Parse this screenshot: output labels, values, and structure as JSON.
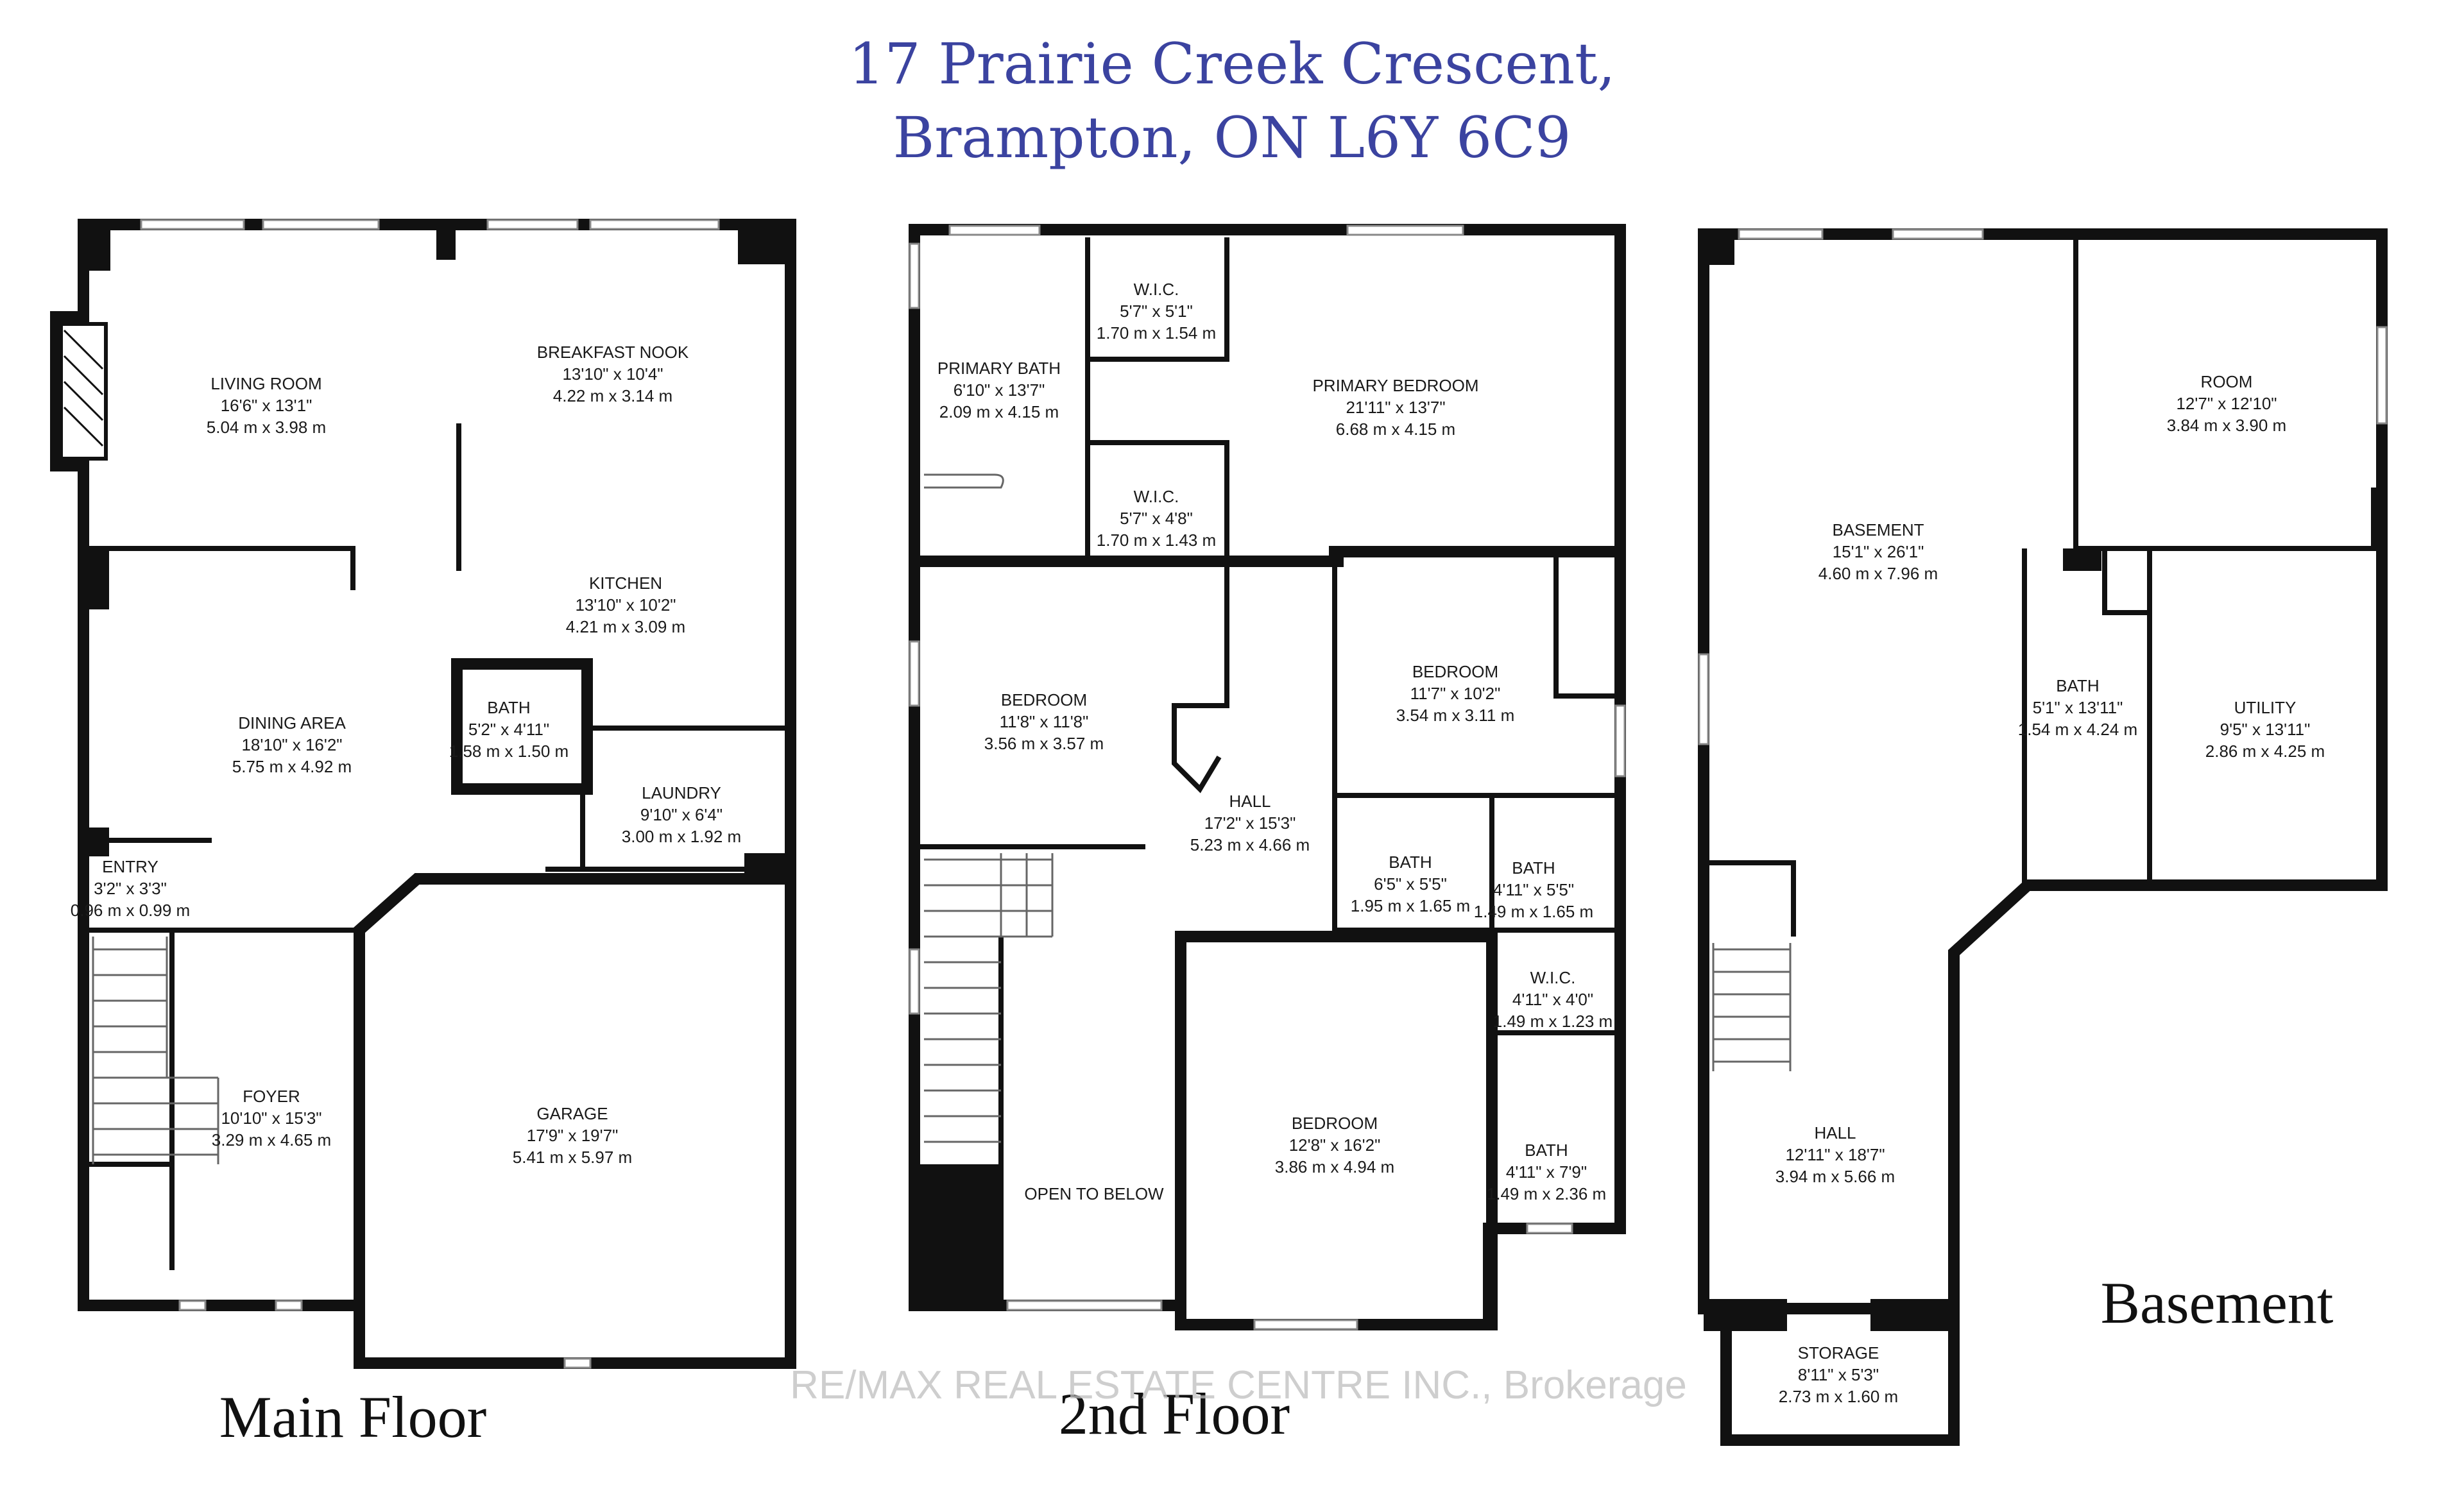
{
  "title": {
    "line1": "17 Prairie Creek Crescent,",
    "line2": "Brampton, ON L6Y 6C9"
  },
  "floors": {
    "main": "Main Floor",
    "second": "2nd Floor",
    "basement": "Basement"
  },
  "watermark": "RE/MAX REAL ESTATE CENTRE INC., Brokerage",
  "rooms": {
    "living_room": {
      "name": "LIVING ROOM",
      "imperial": "16'6\" x 13'1\"",
      "metric": "5.04 m x 3.98 m"
    },
    "breakfast_nook": {
      "name": "BREAKFAST NOOK",
      "imperial": "13'10\" x 10'4\"",
      "metric": "4.22 m x 3.14 m"
    },
    "kitchen": {
      "name": "KITCHEN",
      "imperial": "13'10\" x 10'2\"",
      "metric": "4.21 m x 3.09 m"
    },
    "dining_area": {
      "name": "DINING AREA",
      "imperial": "18'10\" x 16'2\"",
      "metric": "5.75 m x 4.92 m"
    },
    "main_bath": {
      "name": "BATH",
      "imperial": "5'2\" x 4'11\"",
      "metric": "1.58 m x 1.50 m"
    },
    "laundry": {
      "name": "LAUNDRY",
      "imperial": "9'10\" x 6'4\"",
      "metric": "3.00 m x 1.92 m"
    },
    "entry": {
      "name": "ENTRY",
      "imperial": "3'2\" x 3'3\"",
      "metric": "0.96 m x 0.99 m"
    },
    "foyer": {
      "name": "FOYER",
      "imperial": "10'10\" x 15'3\"",
      "metric": "3.29 m x 4.65 m"
    },
    "garage": {
      "name": "GARAGE",
      "imperial": "17'9\" x 19'7\"",
      "metric": "5.41 m x 5.97 m"
    },
    "wic_1": {
      "name": "W.I.C.",
      "imperial": "5'7\" x 5'1\"",
      "metric": "1.70 m x 1.54 m"
    },
    "primary_bath": {
      "name": "PRIMARY BATH",
      "imperial": "6'10\" x 13'7\"",
      "metric": "2.09 m x 4.15 m"
    },
    "primary_bedroom": {
      "name": "PRIMARY BEDROOM",
      "imperial": "21'11\" x 13'7\"",
      "metric": "6.68 m x 4.15 m"
    },
    "wic_2": {
      "name": "W.I.C.",
      "imperial": "5'7\" x 4'8\"",
      "metric": "1.70 m x 1.43 m"
    },
    "bedroom_2": {
      "name": "BEDROOM",
      "imperial": "11'8\" x 11'8\"",
      "metric": "3.56 m x 3.57 m"
    },
    "bedroom_3": {
      "name": "BEDROOM",
      "imperial": "11'7\" x 10'2\"",
      "metric": "3.54 m x 3.11 m"
    },
    "hall_2": {
      "name": "HALL",
      "imperial": "17'2\" x 15'3\"",
      "metric": "5.23 m x 4.66 m"
    },
    "bath_2a": {
      "name": "BATH",
      "imperial": "6'5\" x 5'5\"",
      "metric": "1.95 m x 1.65 m"
    },
    "bath_2b": {
      "name": "BATH",
      "imperial": "4'11\" x 5'5\"",
      "metric": "1.49 m x 1.65 m"
    },
    "wic_3": {
      "name": "W.I.C.",
      "imperial": "4'11\" x 4'0\"",
      "metric": "1.49 m x 1.23 m"
    },
    "bedroom_4": {
      "name": "BEDROOM",
      "imperial": "12'8\" x 16'2\"",
      "metric": "3.86 m x 4.94 m"
    },
    "bath_2c": {
      "name": "BATH",
      "imperial": "4'11\" x 7'9\"",
      "metric": "1.49 m x 2.36 m"
    },
    "open_to_below": {
      "name": "OPEN TO BELOW"
    },
    "basement": {
      "name": "BASEMENT",
      "imperial": "15'1\" x 26'1\"",
      "metric": "4.60 m x 7.96 m"
    },
    "room": {
      "name": "ROOM",
      "imperial": "12'7\" x 12'10\"",
      "metric": "3.84 m x 3.90 m"
    },
    "bsmt_bath": {
      "name": "BATH",
      "imperial": "5'1\" x 13'11\"",
      "metric": "1.54 m x 4.24 m"
    },
    "utility": {
      "name": "UTILITY",
      "imperial": "9'5\" x 13'11\"",
      "metric": "2.86 m x 4.25 m"
    },
    "bsmt_hall": {
      "name": "HALL",
      "imperial": "12'11\" x 18'7\"",
      "metric": "3.94 m x 5.66 m"
    },
    "storage": {
      "name": "STORAGE",
      "imperial": "8'11\" x 5'3\"",
      "metric": "2.73 m x 1.60 m"
    }
  }
}
